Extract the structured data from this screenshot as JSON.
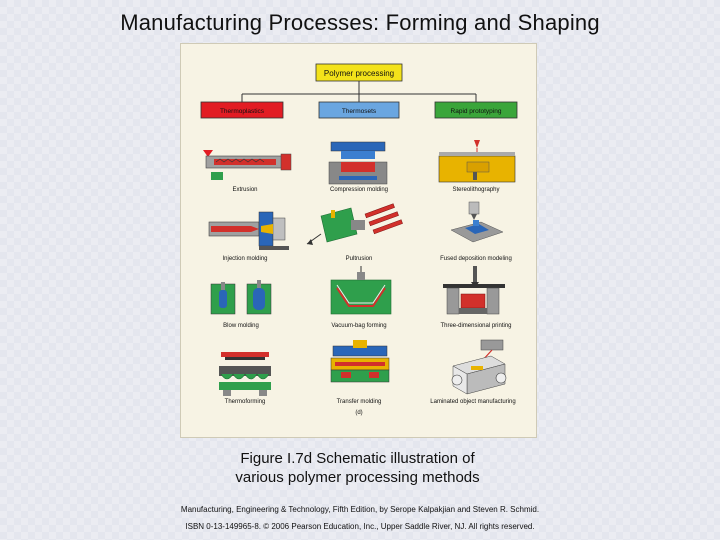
{
  "slide": {
    "title": "Manufacturing Processes:  Forming and Shaping"
  },
  "diagram": {
    "root": "Polymer processing",
    "categories": [
      "Thermoplastics",
      "Thermosets",
      "Rapid prototyping"
    ],
    "processes": {
      "thermoplastics": [
        "Extrusion",
        "Injection molding",
        "Blow molding",
        "Thermoforming"
      ],
      "thermosets": [
        "Compression molding",
        "Pultrusion",
        "Vacuum-bag forming",
        "Transfer molding"
      ],
      "rapid_prototyping": [
        "Stereolithography",
        "Fused deposition modeling",
        "Three-dimensional printing",
        "Laminated object manufacturing"
      ]
    },
    "panel_label": "(d)",
    "colors": {
      "root_box": "#f3e21a",
      "thermoplastics_box": "#e21c23",
      "thermosets_box": "#6aa6e0",
      "rapid_prototyping_box": "#3aa53a",
      "figure_background": "#f7f3e4"
    }
  },
  "caption": {
    "line1": "Figure I.7d  Schematic illustration of",
    "line2": "various polymer processing methods"
  },
  "credit": {
    "line1": "Manufacturing, Engineering & Technology, Fifth Edition, by Serope Kalpakjian and Steven R. Schmid.",
    "line2": "ISBN 0-13-149965-8.  © 2006 Pearson Education, Inc., Upper Saddle River, NJ.  All rights reserved."
  }
}
